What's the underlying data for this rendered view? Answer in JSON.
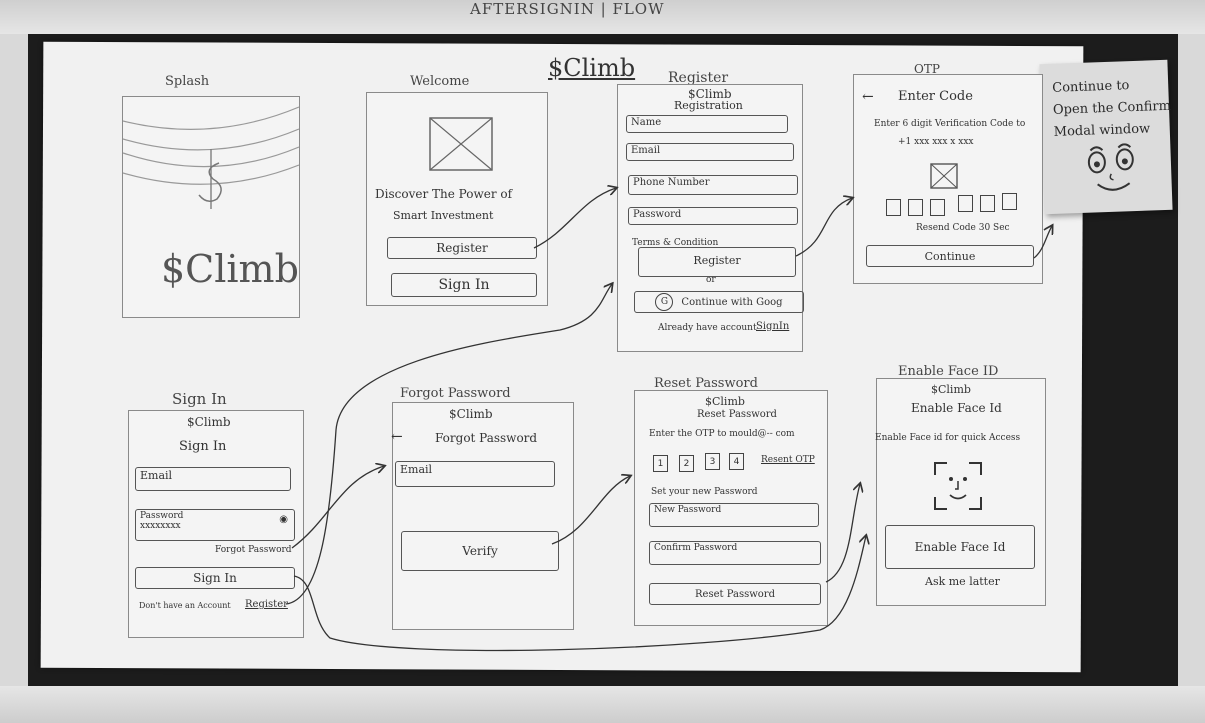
{
  "header_caption": "AFTERSIGNIN | FLOW",
  "board_title": "$Climb",
  "sticky_note": [
    "Continue to",
    "Open the Confirm",
    "Modal window"
  ],
  "splash": {
    "title": "Splash",
    "logo": "$Climb"
  },
  "welcome": {
    "title": "Welcome",
    "tagline_line1": "Discover The Power of",
    "tagline_line2": "Smart Investment",
    "register_button": "Register",
    "signin_button": "Sign In"
  },
  "register": {
    "title": "Register",
    "brand": "$Climb",
    "heading": "Registration",
    "name_field": "Name",
    "email_field": "Email",
    "phone_field": "Phone Number",
    "password_field": "Password",
    "terms_text": "Terms & Condition",
    "register_button": "Register",
    "or_text": "or",
    "google_icon_text": "G",
    "google_button": "Continue with Goog",
    "already_account_text": "Already have account",
    "signin_link": "SignIn"
  },
  "otp": {
    "title": "OTP",
    "back_arrow": "←",
    "heading": "Enter Code",
    "instruction": "Enter 6 digit Verification Code to",
    "phone": "+1 xxx xxx x xxx",
    "resend_text": "Resend Code 30 Sec",
    "continue_button": "Continue"
  },
  "signin": {
    "title": "Sign In",
    "brand": "$Climb",
    "heading": "Sign In",
    "email_field": "Email",
    "password_field": "Password",
    "password_mask": "xxxxxxxx",
    "forgot_link": "Forgot Password",
    "signin_button": "Sign In",
    "no_account_text": "Don't have an Account",
    "register_link": "Register"
  },
  "forgot": {
    "title": "Forgot Password",
    "brand": "$Climb",
    "back_arrow": "←",
    "heading": "Forgot Password",
    "email_field": "Email",
    "verify_button": "Verify"
  },
  "reset": {
    "title": "Reset Password",
    "brand": "$Climb",
    "heading": "Reset Password",
    "instruction": "Enter the OTP to mould@-- com",
    "otp_digits": [
      "1",
      "2",
      "3",
      "4"
    ],
    "resend_link": "Resent OTP",
    "set_new_text": "Set your new Password",
    "new_password_field": "New Password",
    "confirm_password_field": "Confirm Password",
    "reset_button": "Reset Password"
  },
  "faceid": {
    "title": "Enable Face ID",
    "brand": "$Climb",
    "heading": "Enable Face Id",
    "description": "Enable Face id for quick Access",
    "enable_button": "Enable Face Id",
    "later_text": "Ask me latter"
  }
}
